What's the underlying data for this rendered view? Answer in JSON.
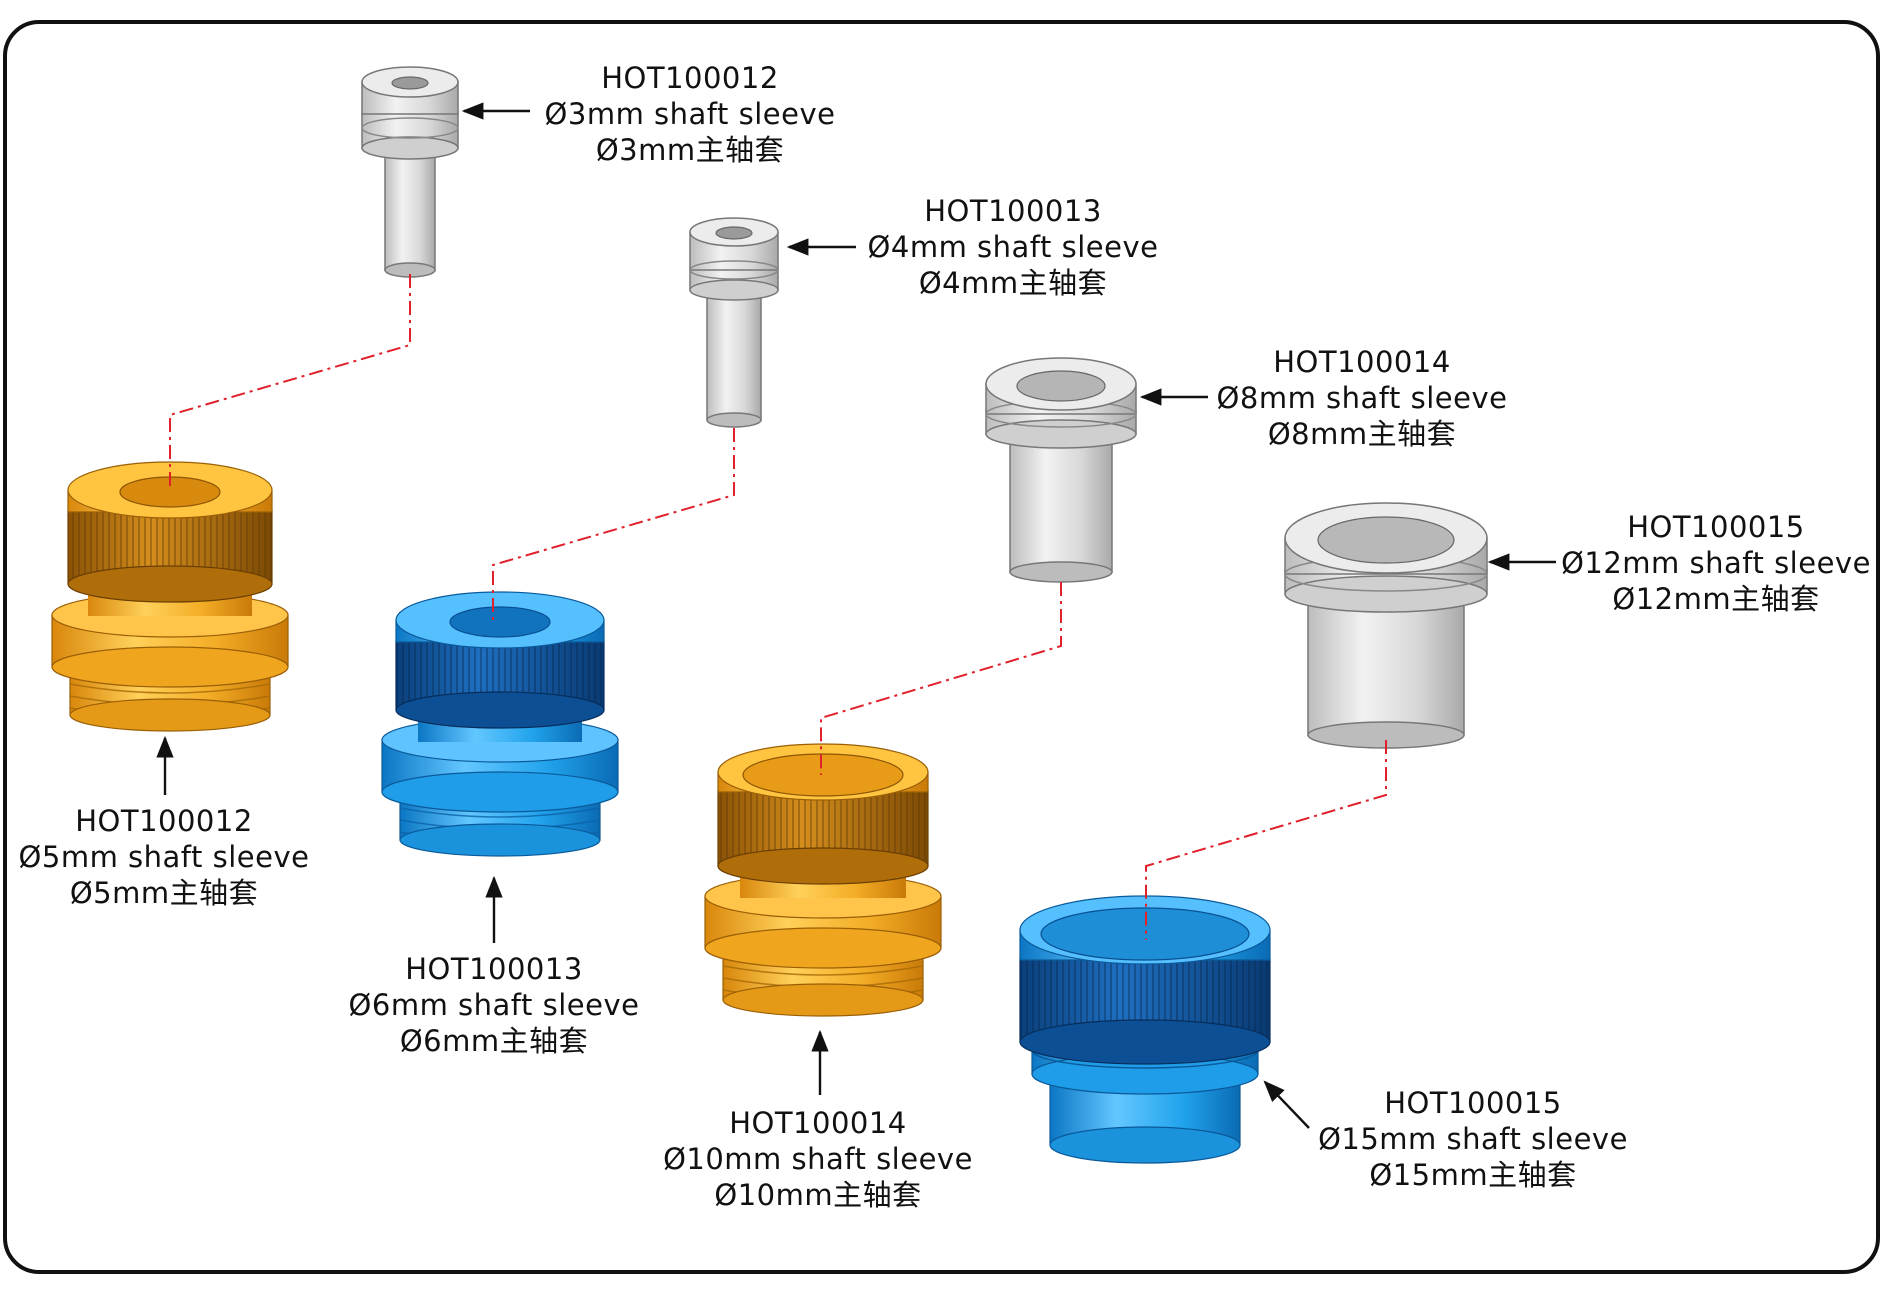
{
  "colors": {
    "gold": "#f2a71a",
    "blue": "#1e9ee6",
    "silver": "#dedede",
    "centerline": "#e0202a",
    "frame": "#111111"
  },
  "parts": [
    {
      "code": "HOT100012",
      "name_en": "Ø3mm shaft sleeve",
      "name_cn": "Ø3mm主轴套",
      "material": "silver"
    },
    {
      "code": "HOT100013",
      "name_en": "Ø4mm shaft sleeve",
      "name_cn": "Ø4mm主轴套",
      "material": "silver"
    },
    {
      "code": "HOT100014",
      "name_en": "Ø8mm shaft sleeve",
      "name_cn": "Ø8mm主轴套",
      "material": "silver"
    },
    {
      "code": "HOT100015",
      "name_en": "Ø12mm shaft sleeve",
      "name_cn": "Ø12mm主轴套",
      "material": "silver"
    },
    {
      "code": "HOT100012",
      "name_en": "Ø5mm shaft sleeve",
      "name_cn": "Ø5mm主轴套",
      "material": "gold"
    },
    {
      "code": "HOT100013",
      "name_en": "Ø6mm shaft sleeve",
      "name_cn": "Ø6mm主轴套",
      "material": "blue"
    },
    {
      "code": "HOT100014",
      "name_en": "Ø10mm shaft sleeve",
      "name_cn": "Ø10mm主轴套",
      "material": "gold"
    },
    {
      "code": "HOT100015",
      "name_en": "Ø15mm shaft sleeve",
      "name_cn": "Ø15mm主轴套",
      "material": "blue"
    }
  ]
}
